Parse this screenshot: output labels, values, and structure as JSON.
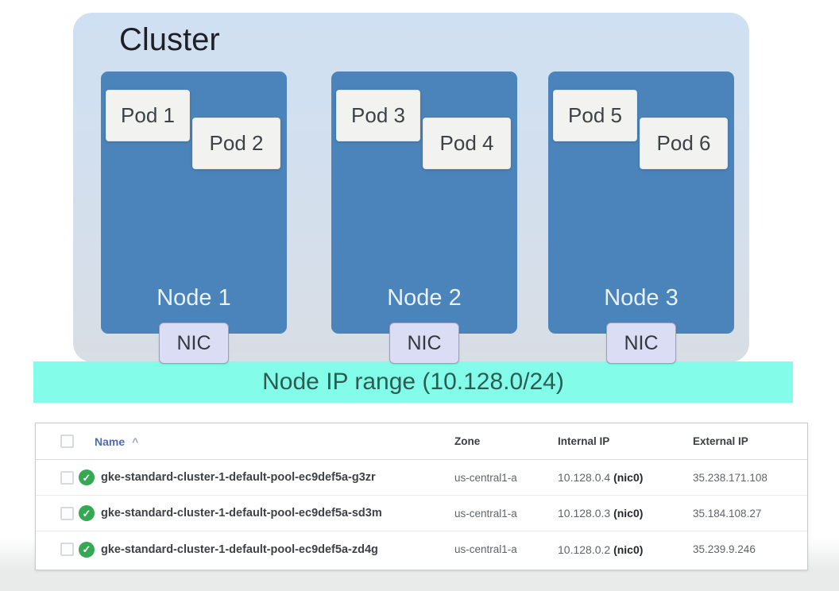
{
  "diagram": {
    "cluster_label": "Cluster",
    "nodes": [
      {
        "label": "Node 1",
        "pods": [
          "Pod 1",
          "Pod 2"
        ],
        "nic_label": "NIC"
      },
      {
        "label": "Node 2",
        "pods": [
          "Pod 3",
          "Pod 4"
        ],
        "nic_label": "NIC"
      },
      {
        "label": "Node 3",
        "pods": [
          "Pod 5",
          "Pod 6"
        ],
        "nic_label": "NIC"
      }
    ],
    "ip_range_label": "Node IP range (10.128.0/24)"
  },
  "table": {
    "columns": {
      "name": "Name",
      "zone": "Zone",
      "internal_ip": "Internal IP",
      "external_ip": "External IP"
    },
    "rows": [
      {
        "name": "gke-standard-cluster-1-default-pool-ec9def5a-g3zr",
        "zone": "us-central1-a",
        "internal_ip": "10.128.0.4",
        "nic": "(nic0)",
        "external_ip": "35.238.171.108"
      },
      {
        "name": "gke-standard-cluster-1-default-pool-ec9def5a-sd3m",
        "zone": "us-central1-a",
        "internal_ip": "10.128.0.3",
        "nic": "(nic0)",
        "external_ip": "35.184.108.27"
      },
      {
        "name": "gke-standard-cluster-1-default-pool-ec9def5a-zd4g",
        "zone": "us-central1-a",
        "internal_ip": "10.128.0.2",
        "nic": "(nic0)",
        "external_ip": "35.239.9.246"
      }
    ]
  },
  "icons": {
    "status_ok": "✓",
    "sort_asc": "^"
  },
  "colors": {
    "cluster_bg": "#cfe0f2",
    "node_bg": "#4a84ba",
    "pod_bg": "#f2f3f1",
    "nic_bg": "#dbddf5",
    "ip_bar_bg": "#83fdea",
    "status_green": "#34a853",
    "sorted_header_blue": "#4d6cae"
  }
}
